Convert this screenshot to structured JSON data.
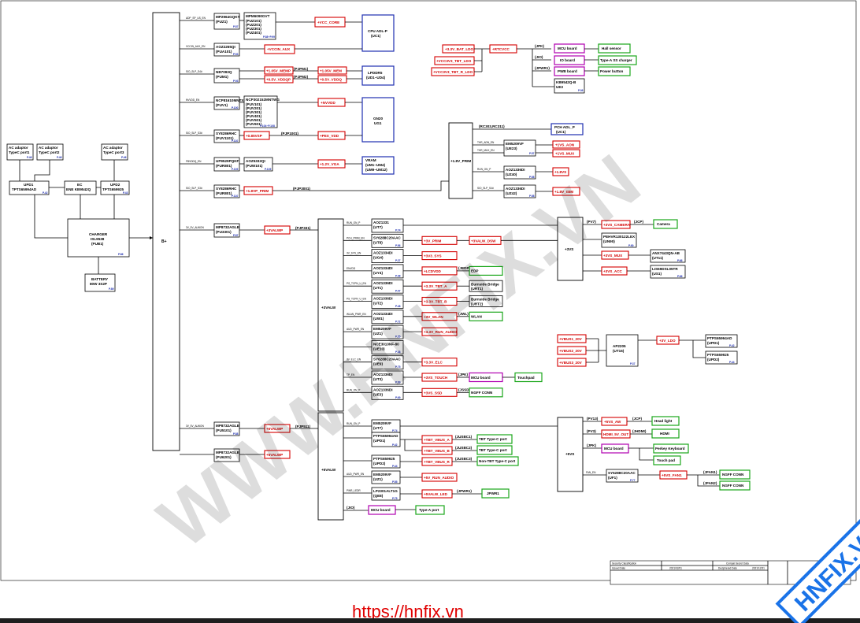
{
  "diagram": {
    "adapters": [
      {
        "id": "ac1",
        "label": "AC adaptor\nTypeC port1",
        "page": "P.46"
      },
      {
        "id": "ac2",
        "label": "AC adaptor\nTypeC port2",
        "page": "P.46"
      },
      {
        "id": "ac3",
        "label": "AC adaptor\nTypeC port3",
        "page": "P.46"
      }
    ],
    "upd1": {
      "name": "UPD1",
      "part": "TPTS65994AD",
      "page": "P.42"
    },
    "ec": {
      "name": "EC",
      "part": "ENE KB9542Q"
    },
    "upd2": {
      "name": "UPD2",
      "part": "TPTS659925",
      "page": "P.43"
    },
    "charger": {
      "name": "CHARGER",
      "part": "ISL9538",
      "ref": "(PUB1)",
      "page": "P.86"
    },
    "battery": {
      "name": "BATTERY",
      "part": "80W 3S2P",
      "page": "P.89"
    },
    "bplus": "B+",
    "rails_left": [
      {
        "sig": "ADP_SP_US_EN",
        "part": "MP2964GQKT",
        "ref": "(PUZ1)",
        "page": "P.87",
        "part2": "MPM6090GVT",
        "ref2": "(PUZ101)\n(PUZ201)\n(PUZ301)\n(PUZ401)",
        "page2": "P.88~P.99",
        "out": "+VCC_CORE",
        "target": "CPU ADL-P\n(UC1)"
      },
      {
        "sig": "VCCIN_AUX_EN",
        "part": "AOZ2265QI",
        "ref": "(PUA101)",
        "page": "P.93",
        "out": "+VCCIN_AUX"
      },
      {
        "sig": "SIO_SLP_S4#",
        "part": "NB7093Q",
        "ref": "(PUM1)",
        "page": "P.93",
        "out_a": "+1.05V_MEM",
        "out_b": "+0.5V_VDDQP",
        "mid_a": "(PJPM1)",
        "mid_b": "(PJPM2)",
        "out2_a": "+1.05V_MEM",
        "out2_b": "+0.5V_VDDQ",
        "target": "LPDDR5\n(UD1~UD4)"
      },
      {
        "sig": "NVVDD_EN",
        "part": "NCP81610MNTXG",
        "ref": "(PUV1)",
        "page": "P.100",
        "part2": "NCP302152MNTWG",
        "ref2": "(PUV101)\n(PUV201)\n(PUV301)\n(PUV401)\n(PUV501)\n(PUV601)",
        "page2": "P.104~P.108",
        "out": "+NVVDD",
        "target": "GN20\nUG1"
      },
      {
        "sig": "SIO_SLP_S3#",
        "part": "SY8286RHC",
        "ref": "(PUV1101)",
        "page": "P.110",
        "out": "+0.85VSP",
        "mid": "(PJP1001)",
        "out2": "+PEX_VDD"
      },
      {
        "sig": "FBVDDQ_EN",
        "part": "UP9529PQKF",
        "ref": "(PUR801)",
        "page": "P.109",
        "part2": "AOZ5332QI",
        "ref2": "(PUW101)",
        "page2": "P.109",
        "out": "+1.2V_VGA",
        "target": "VRAM\n(UM1~UM4)\n(UM9~UM12)"
      },
      {
        "sig": "SIO_SLP_S3#",
        "part": "SY8286RHC",
        "ref": "(PUR801)",
        "page": "P.110",
        "out": "+1.8VP_PRIM",
        "mid": "(PJP3001)"
      },
      {
        "sig": "3V_5V_ALWON",
        "part": "MP8732AGLE",
        "ref": "(PU3301)",
        "page": "P.87",
        "out": "+3VALWP",
        "mid": "(PJP331)"
      },
      {
        "sig": "3V_5V_ALWON",
        "part": "MP8732AGLE",
        "ref": "(PU5101)",
        "page": "P.88",
        "out": "+5VALWP",
        "mid": "(PJP511)"
      },
      {
        "sig": "",
        "part": "MP8732AGLE",
        "ref": "(PU6201)",
        "page": "",
        "out": "+5VALWP"
      }
    ],
    "top_right": {
      "inputs": [
        "+3.3V_BAT_LDO",
        "+VCC3V3_TBT_LDO",
        "+VCC3V3_TBT_R_LDO"
      ],
      "rtc": "+RTCVCC",
      "conns": [
        "(JPK)",
        "(JIO)",
        "(JPWR1)"
      ],
      "boards": [
        "MCU board",
        "IO board",
        "PWB board"
      ],
      "targets": [
        "Hall sensor",
        "Type-A SS charger",
        "Power button"
      ],
      "kb": {
        "part": "KB9542Q-B",
        "ref": "UE3",
        "page": "P.36"
      }
    },
    "prim": {
      "rail": "+1.8V_PRIM",
      "label1": "(RC303,RC311)",
      "pch": "PCH ADL_P\n(UC1)",
      "sig1": "THR_ADN_EN",
      "sw1": "EM5209VF",
      "swref1": "(UE23)",
      "swpage1": "P.57",
      "out1a": "+1VS_AON",
      "out1b": "+1VS_MUX",
      "sig1b": "THR_MUX_EN",
      "sig2": "RUN_ON_P",
      "sw2": "AOZ1336DI",
      "swref2": "(UZ40)",
      "swpage2": "P.58",
      "out2": "+1.8VS",
      "sig3": "SIO_SLP_S4#",
      "sw3": "AOZ1336DI",
      "swref3": "(UZ42)",
      "swpage3": "P.58",
      "out3": "+1.8V_ISIM"
    },
    "alw3": {
      "rail": "+3VALW",
      "rows": [
        {
          "sig": "RUN_ON_P",
          "part": "AOZ1331",
          "ref": "(UT7)",
          "page": "P.74"
        },
        {
          "sig": "PCH_PRIM_EN",
          "part": "SY6288C20AAC",
          "ref": "(UT8)",
          "page": "P.56",
          "out": "+3V_PRIM",
          "out2": "+3VALW_DSW"
        },
        {
          "sig": "3V_SYS_EN",
          "part": "AOZ1334DI",
          "ref": "(UG4)",
          "page": "P.27",
          "out": "+3V3_SYS"
        },
        {
          "sig": "ENVDD",
          "part": "AOZ1334DI",
          "ref": "(UY4)",
          "page": "P.38",
          "out": "+LCDVDD",
          "conn": "(JEDP)",
          "target": "EDP"
        },
        {
          "sig": "PS_TCPN_U_EN",
          "part": "AOZ1336DI",
          "ref": "(UT1)",
          "page": "P.47",
          "out": "+3.3V_TBT_A",
          "target": "Burnside Bridge\n(URT1)"
        },
        {
          "sig": "PS_TCPN_U_EN",
          "part": "AOZ1336DI",
          "ref": "(UT2)",
          "page": "P.48",
          "out": "+3.3V_TBT_B",
          "target": "Burnside Bridge\n(URT2)"
        },
        {
          "sig": "WLAN_PWR_EN",
          "part": "AOZ1334DI",
          "ref": "(UW1)",
          "page": "P.72",
          "out": "+3V_WLAN",
          "conn": "(JWL)",
          "target": "WLAN"
        },
        {
          "sig": "AUD_PWR_EN",
          "part": "EM5209VF",
          "ref": "(UZ1)",
          "page": "P.55",
          "out": "+3.3V_RUN_AUDIO"
        },
        {
          "sig": "",
          "part": "NCE3010NF-80",
          "ref": "(UE10)",
          "page": "P.38"
        },
        {
          "sig": "3V_ELC_EN",
          "part": "SY6288C20AAC",
          "ref": "(UE9)",
          "page": "P.75",
          "out": "+3.3V_ELC"
        },
        {
          "sig": "TP_EN",
          "part": "AOZ1336DI",
          "ref": "(UT3)",
          "page": "P.69",
          "out": "+3VS_TOUCH",
          "conn": "(JPK)",
          "target": "MCU board",
          "target2": "Touchpad"
        },
        {
          "sig": "RUN_ON_P",
          "part": "AOZ1336DI",
          "ref": "(UE3)",
          "page": "P.69",
          "out": "+3VS_SSD",
          "conn": "(JSSD1)",
          "target": "NGFF CONN"
        }
      ]
    },
    "vs3": {
      "rail": "+3VS",
      "conn1": "(PV7)",
      "out1": "+3VS_CAMERA",
      "conn1b": "(JCP)",
      "target1": "Camera",
      "part2": "PEHVR130122LEX",
      "ref2": "(UN90)",
      "page2": "P.90",
      "out3": "+3VS_MUX",
      "part3": "ANX7443QN-AB",
      "ref3": "(UT11)",
      "page3": "P.66",
      "out4": "+3VS_ACC",
      "part4": "LIS69DSL05TR",
      "ref4": "(US1)",
      "page4": "P.66"
    },
    "vbus": {
      "inputs": [
        "+VBUS1_20V",
        "+VBUS2_20V",
        "+VBUS3_20V"
      ],
      "part": "AP2205",
      "ref": "(UT16)",
      "page": "P.37",
      "out": "+3V_LDO",
      "t1": "PTPS65994AD",
      "t1ref": "(UPD1)",
      "t1page": "P.42",
      "t2": "PTPS659925",
      "t2ref": "(UPD2)",
      "t2page": "P.44"
    },
    "alw5": {
      "rail": "+5VALW",
      "rows": [
        {
          "sig": "RUN_ON_P",
          "part": "EM5209VF",
          "ref": "(UT7)",
          "page": "P.74"
        },
        {
          "sig": "",
          "part": "PTPS65994AD",
          "ref": "(UPD1)",
          "page": "P.42",
          "out": "+TBT_VBUS_A",
          "conn": "(JUSBC1)",
          "target": "TBT Type-C port"
        },
        {
          "sig": "",
          "part": "",
          "ref": "",
          "page": "",
          "out": "+TBT_VBUS_B",
          "conn": "(JUSBC2)",
          "target": "TBT Type-C port"
        },
        {
          "sig": "",
          "part": "PTPS659925",
          "ref": "(UPD2)",
          "page": "P.44",
          "out": "+TBT_VBUS_R",
          "conn": "(JUSBC3)",
          "target": "Non-TBT Type-C port"
        },
        {
          "sig": "AUD_PWR_EN",
          "part": "EM5209VF",
          "ref": "(UZ1)",
          "page": "P.55",
          "out": "+5V_RUN_AUDIO"
        },
        {
          "sig": "PWR_LEDR",
          "part": "LP2301ALT1G",
          "ref": "(QE8)",
          "page": "P.75",
          "out": "+5VALW_LED",
          "conn": "(JPWR1)",
          "target": "JPWR1"
        },
        {
          "sig": "",
          "conn": "(JIO)",
          "target": "MCU board",
          "target2": "Type-A port"
        }
      ]
    },
    "vs5": {
      "rail": "+5VS",
      "conn1": "(PV13)",
      "out1": "+5VS_AW",
      "conn1b": "(JCP)",
      "target1": "Head light",
      "conn2": "(PV3)",
      "out2": "HDMI_5V_OUT",
      "conn2b": "(JHDMI)",
      "target2": "HDMI",
      "conn3": "(JPK)",
      "board3": "MCU board",
      "target3a": "Perkey Keyboard",
      "target3b": "Touch pad",
      "sig4": "FAN_EN",
      "part4": "SY6288C20AAC",
      "ref4": "(UF1)",
      "page4": "P.77",
      "out4": "+5VS_FAN1",
      "conn5a": "(JFAN1)",
      "target5a": "NGFF CONN",
      "conn5b": "(JFAN2)",
      "target5b": "NGFF CONN"
    },
    "titleblock": {
      "security": "Security Classification",
      "cls": "Compal Secret Data",
      "issued": "Issued Date",
      "date": "2021/02/01",
      "deciphered": "Deciphered Date",
      "date2": "2021/12/31"
    }
  },
  "watermark": "WWW.HNFIX.VN",
  "badge": "HNFIX.VN",
  "url": "https://hnfix.vn"
}
